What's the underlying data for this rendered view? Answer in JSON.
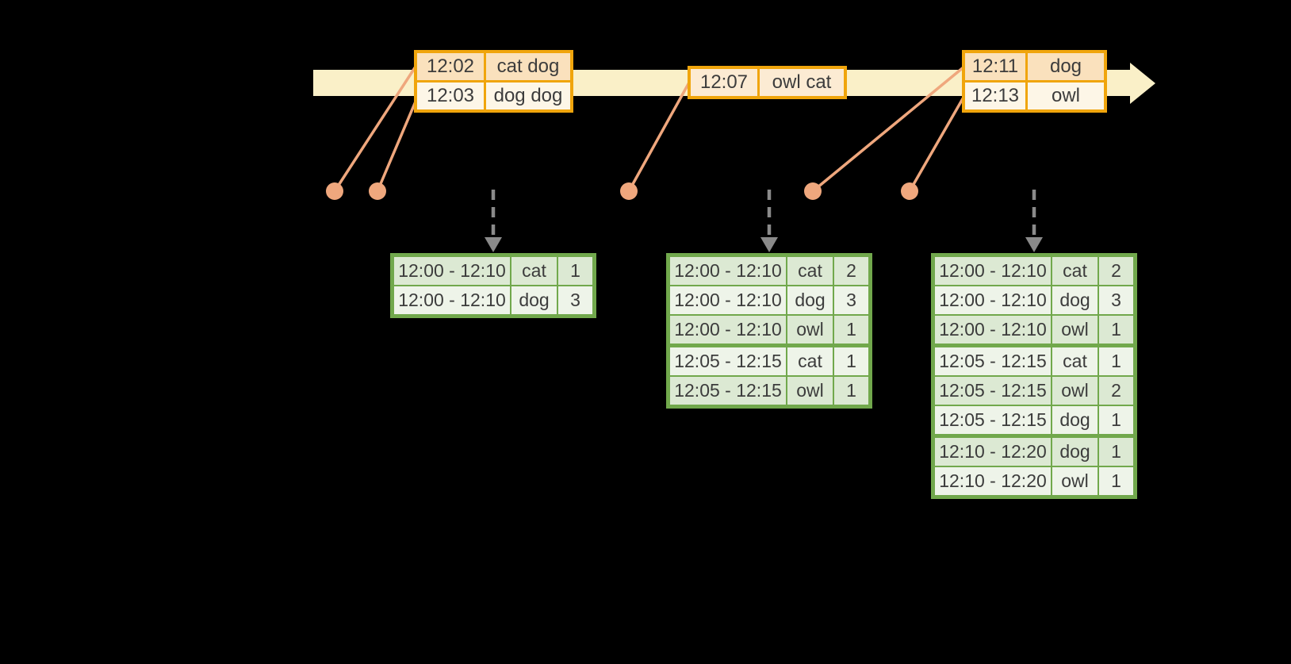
{
  "background": "#000000",
  "colors": {
    "timeline_band": "#faf0c8",
    "input_border": "#f0a50c",
    "input_row_peach": "#fae1bd",
    "input_row_mid": "#fcebd3",
    "input_row_cream": "#fdf6e7",
    "result_border": "#71a84c",
    "result_row_dark": "#dce9d3",
    "result_row_light": "#eef4e9",
    "event_dot": "#efa77d",
    "trigger_arrow": "#8a8a8a",
    "text": "#3c3c3c"
  },
  "input_tables": [
    {
      "rows": [
        {
          "time": "12:02",
          "words": "cat dog",
          "tone": "peach"
        },
        {
          "time": "12:03",
          "words": "dog dog",
          "tone": "cream"
        }
      ]
    },
    {
      "rows": [
        {
          "time": "12:07",
          "words": "owl cat",
          "tone": "mid"
        }
      ]
    },
    {
      "rows": [
        {
          "time": "12:11",
          "words": "dog",
          "tone": "peach"
        },
        {
          "time": "12:13",
          "words": "owl",
          "tone": "cream"
        }
      ]
    }
  ],
  "result_tables": [
    {
      "rows": [
        {
          "window": "12:00 - 12:10",
          "word": "cat",
          "count": "1"
        },
        {
          "window": "12:00 - 12:10",
          "word": "dog",
          "count": "3"
        }
      ]
    },
    {
      "rows": [
        {
          "window": "12:00 - 12:10",
          "word": "cat",
          "count": "2"
        },
        {
          "window": "12:00 - 12:10",
          "word": "dog",
          "count": "3"
        },
        {
          "window": "12:00 - 12:10",
          "word": "owl",
          "count": "1"
        },
        {
          "window": "12:05 - 12:15",
          "word": "cat",
          "count": "1"
        },
        {
          "window": "12:05 - 12:15",
          "word": "owl",
          "count": "1"
        }
      ]
    },
    {
      "rows": [
        {
          "window": "12:00 - 12:10",
          "word": "cat",
          "count": "2"
        },
        {
          "window": "12:00 - 12:10",
          "word": "dog",
          "count": "3"
        },
        {
          "window": "12:00 - 12:10",
          "word": "owl",
          "count": "1"
        },
        {
          "window": "12:05 - 12:15",
          "word": "cat",
          "count": "1"
        },
        {
          "window": "12:05 - 12:15",
          "word": "owl",
          "count": "2"
        },
        {
          "window": "12:05 - 12:15",
          "word": "dog",
          "count": "1"
        },
        {
          "window": "12:10 - 12:20",
          "word": "dog",
          "count": "1"
        },
        {
          "window": "12:10 - 12:20",
          "word": "owl",
          "count": "1"
        }
      ]
    }
  ]
}
